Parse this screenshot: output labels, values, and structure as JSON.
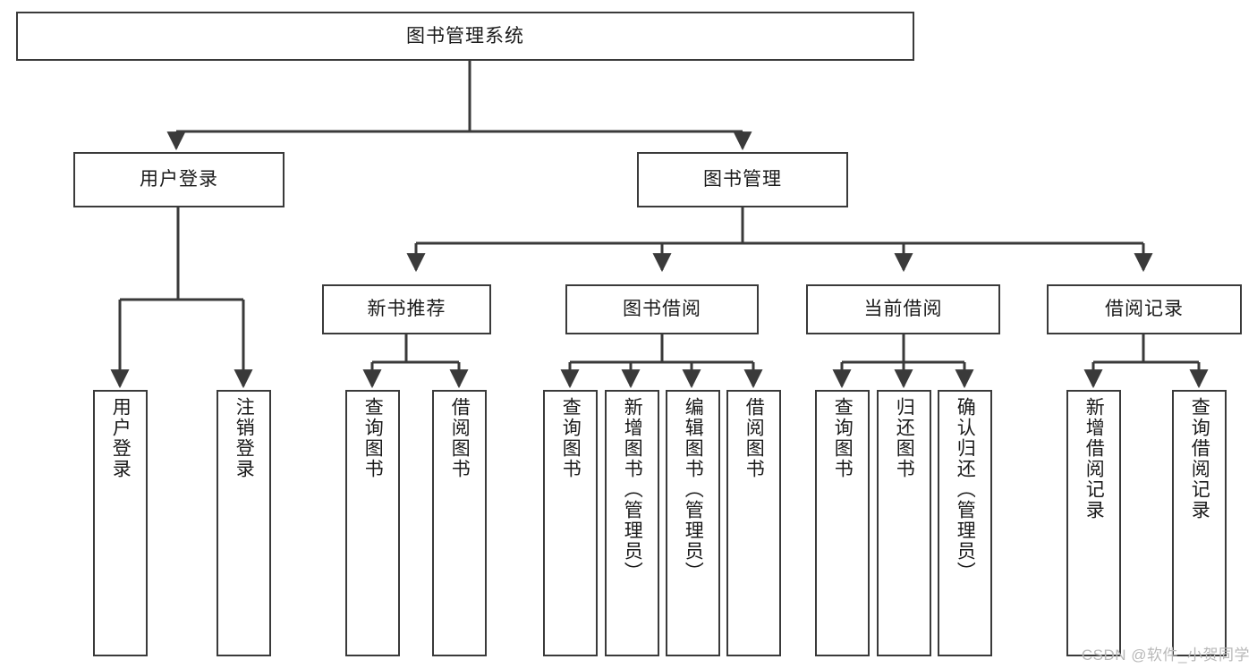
{
  "diagram": {
    "title": "图书管理系统",
    "type": "tree",
    "root": {
      "label": "图书管理系统"
    },
    "level2": [
      {
        "label": "用户登录"
      },
      {
        "label": "图书管理"
      }
    ],
    "level3": [
      {
        "label": "新书推荐"
      },
      {
        "label": "图书借阅"
      },
      {
        "label": "当前借阅"
      },
      {
        "label": "借阅记录"
      }
    ],
    "leaves": {
      "user_login": [
        {
          "label": "用户登录"
        },
        {
          "label": "注销登录"
        }
      ],
      "new_book_recommend": [
        {
          "label": "查询图书"
        },
        {
          "label": "借阅图书"
        }
      ],
      "book_borrow": [
        {
          "label": "查询图书"
        },
        {
          "label": "新增图书（管理员）"
        },
        {
          "label": "编辑图书（管理员）"
        },
        {
          "label": "借阅图书"
        }
      ],
      "current_borrow": [
        {
          "label": "查询图书"
        },
        {
          "label": "归还图书"
        },
        {
          "label": "确认归还（管理员）"
        }
      ],
      "borrow_record": [
        {
          "label": "新增借阅记录"
        },
        {
          "label": "查询借阅记录"
        }
      ]
    },
    "watermark": "CSDN @软件_小贺同学",
    "colors": {
      "stroke": "#3a3a3a",
      "background": "#ffffff",
      "text": "#1a1a1a",
      "watermark": "#b8b8b8"
    }
  }
}
